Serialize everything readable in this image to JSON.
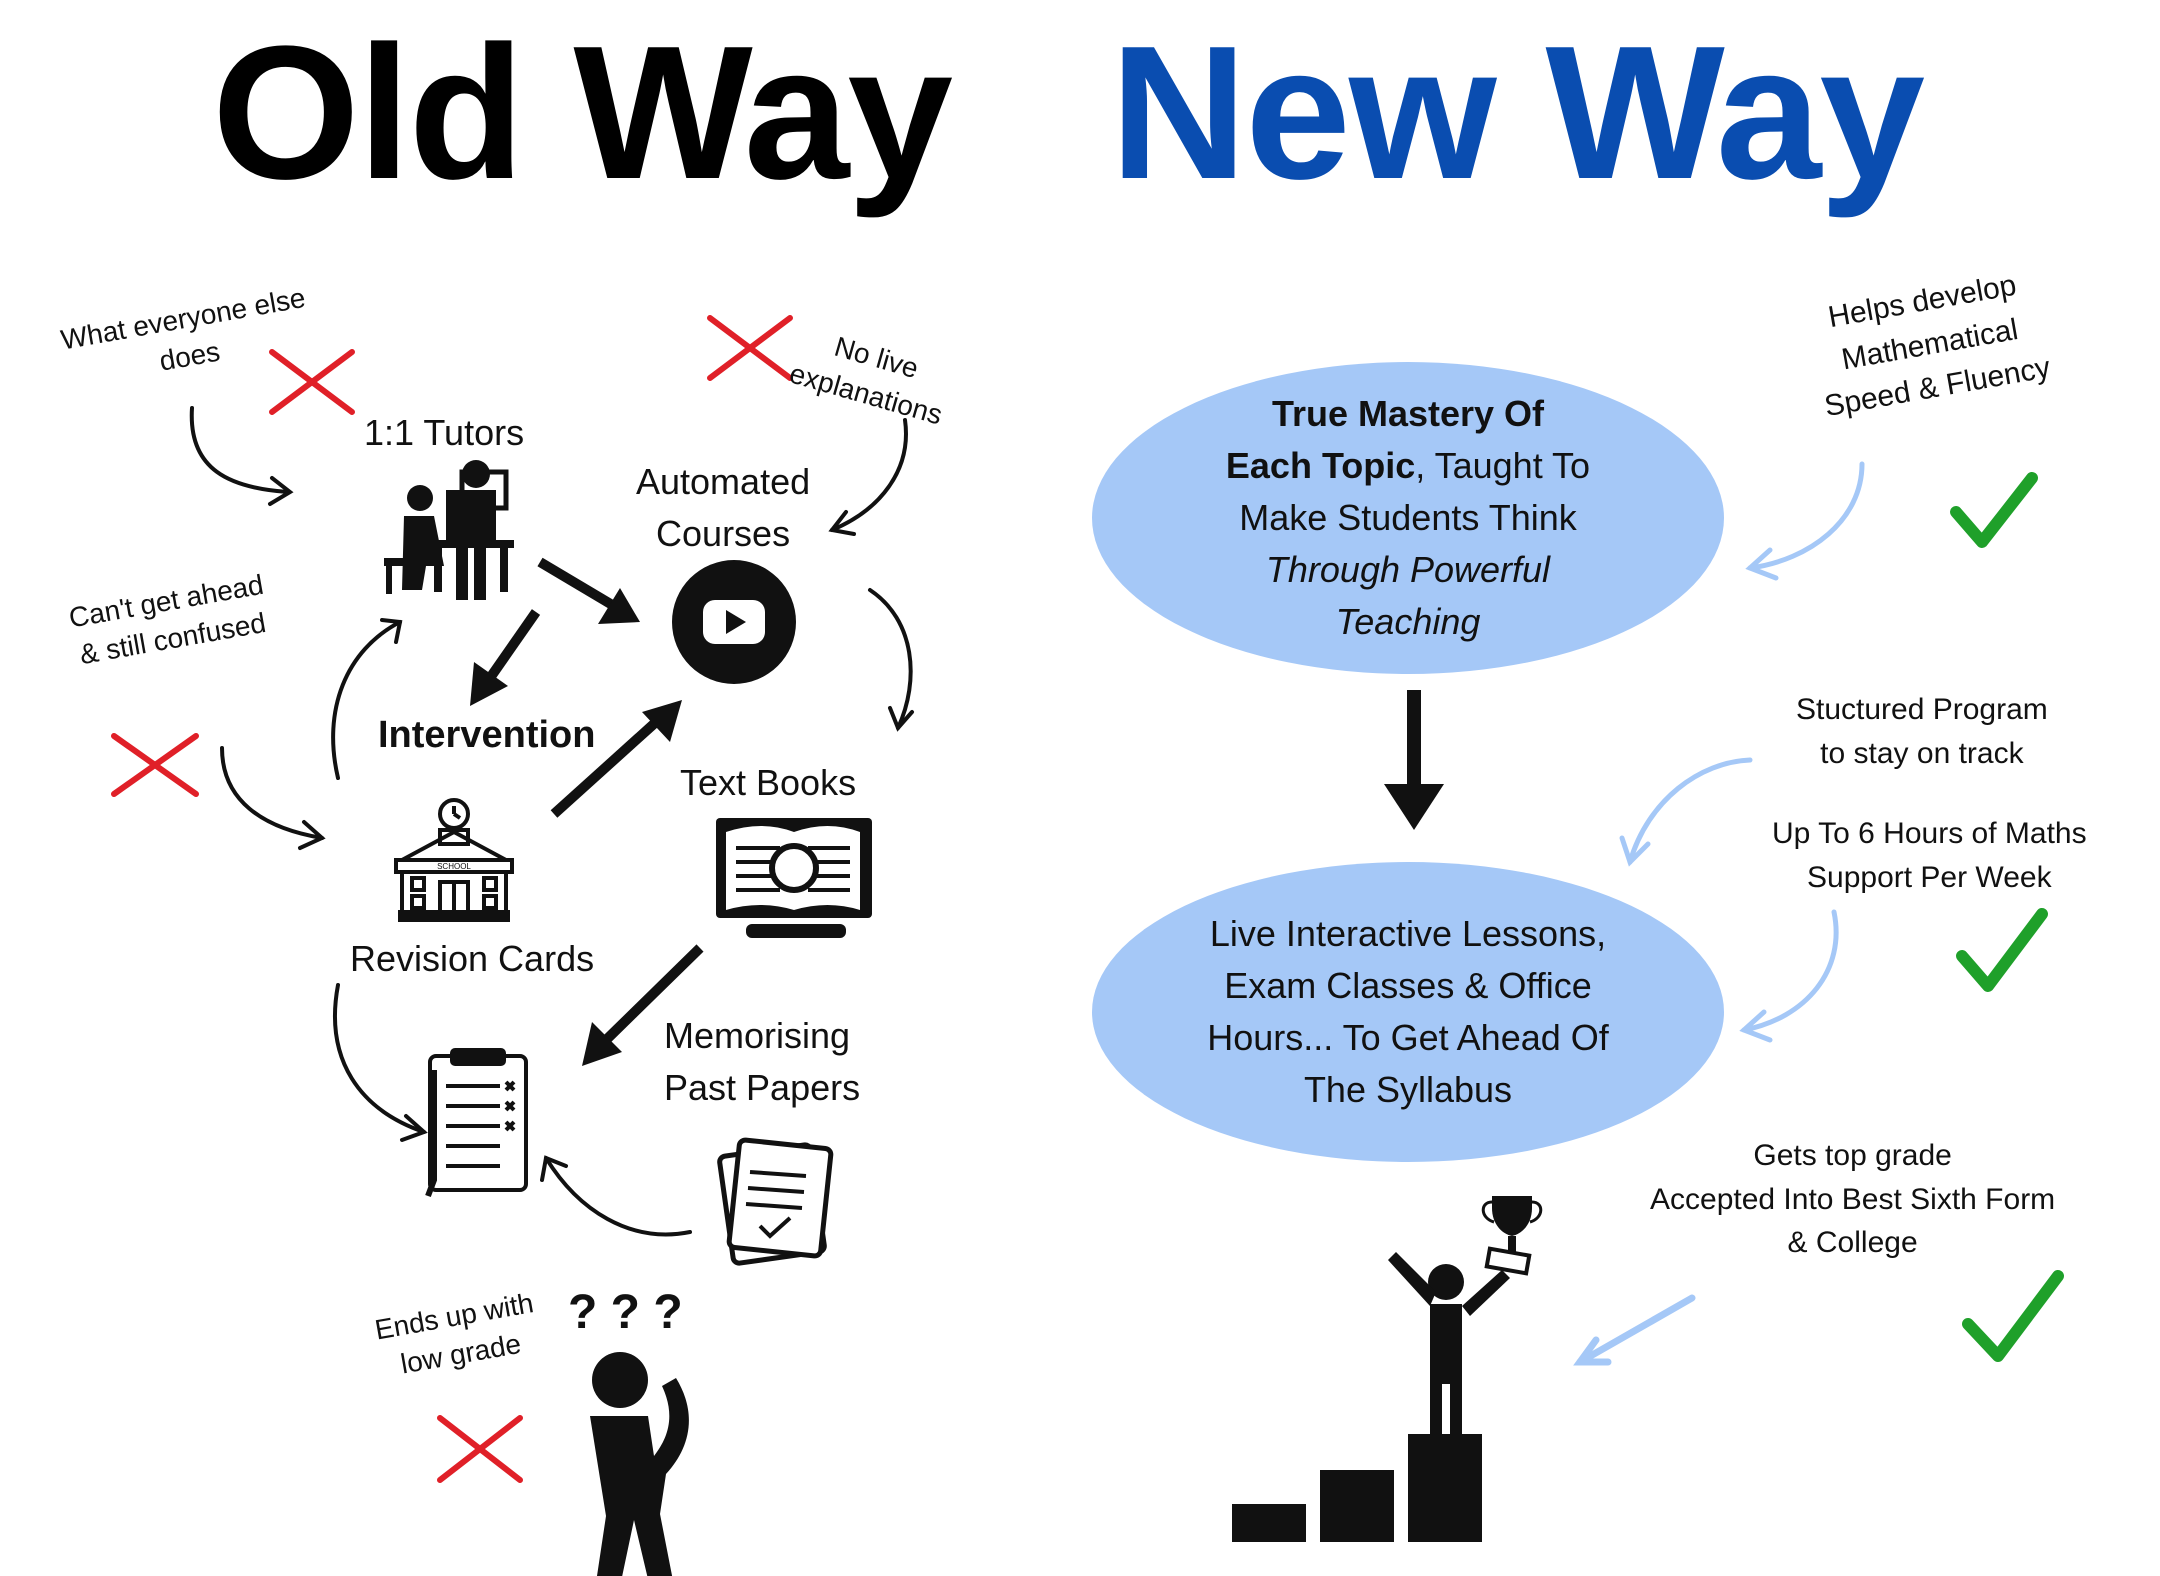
{
  "titles": {
    "old": "Old Way",
    "new": "New Way",
    "old_color": "#000000",
    "new_color": "#0a4db0"
  },
  "old_way": {
    "notes": {
      "everyone_else": [
        "What everyone else",
        "does"
      ],
      "no_live": [
        "No live",
        "explanations"
      ],
      "cant_get_ahead": [
        "Can't get ahead",
        "& still confused"
      ],
      "low_grade": [
        "Ends up with",
        "low grade"
      ]
    },
    "nodes": {
      "tutors": "1:1 Tutors",
      "automated": [
        "Automated",
        "Courses"
      ],
      "intervention": "Intervention",
      "text_books": "Text Books",
      "revision_cards": "Revision Cards",
      "memorising": [
        "Memorising",
        "Past Papers"
      ]
    },
    "icons": [
      "tutoring-icon",
      "video-play-icon",
      "school-building-icon",
      "open-book-icon",
      "checklist-clipboard-icon",
      "past-papers-icon",
      "confused-person-icon"
    ],
    "cross_color": "#e02028"
  },
  "new_way": {
    "ellipse_top": {
      "bold_1": "True Mastery Of",
      "bold_2": "Each Topic",
      "rest_2": ", Taught To",
      "line_3": "Make Students Think",
      "italic_1": "Through Powerful",
      "italic_2": "Teaching"
    },
    "ellipse_bottom": [
      "Live Interactive Lessons,",
      "Exam Classes & Office",
      "Hours... To Get Ahead Of",
      "The Syllabus"
    ],
    "notes": {
      "speed": [
        "Helps develop",
        "Mathematical",
        "Speed & Fluency"
      ],
      "structured": [
        "Stuctured Program",
        "to stay on track"
      ],
      "hours": [
        "Up To 6 Hours of Maths",
        "Support Per Week"
      ],
      "top_grade": [
        "Gets top grade",
        "Accepted Into Best Sixth Form",
        "& College"
      ]
    },
    "icons": [
      "winner-podium-icon",
      "trophy-icon"
    ],
    "ellipse_color": "#a5c8f7",
    "arrow_color": "#a5c8f7",
    "check_color": "#1fa02a"
  }
}
